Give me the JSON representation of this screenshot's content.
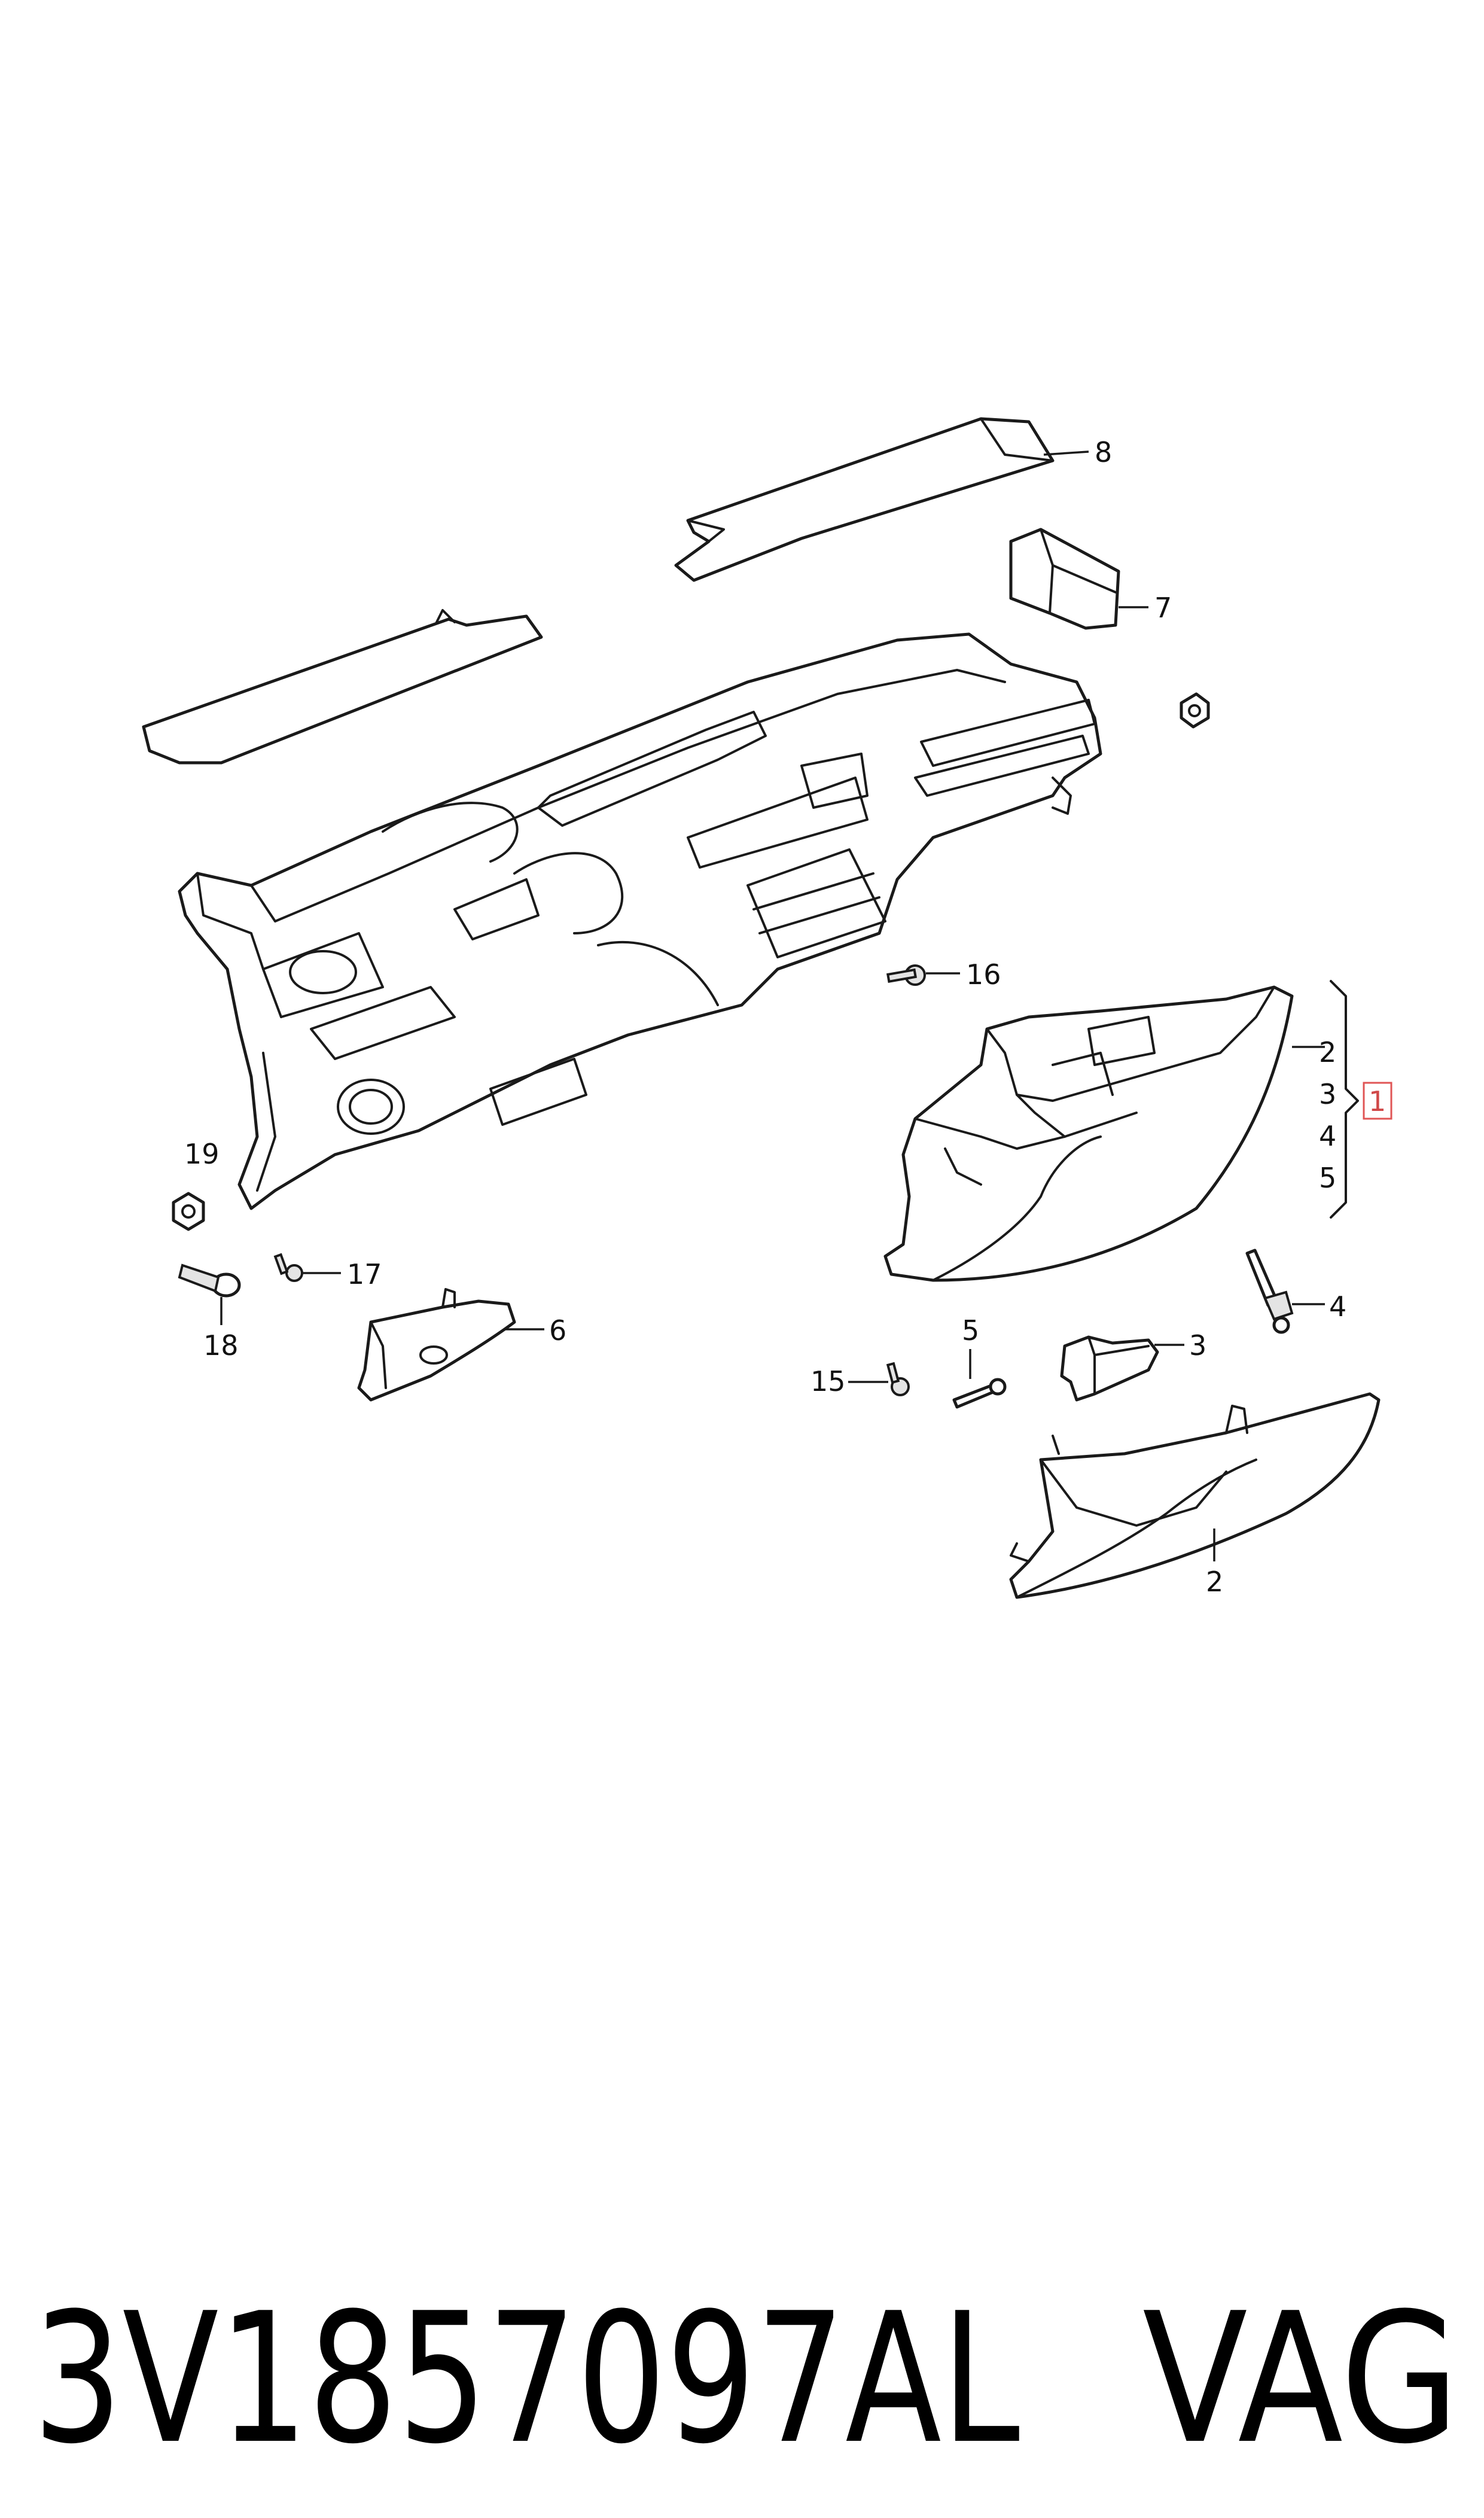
{
  "callouts": {
    "c1": "1",
    "c2_group": "2",
    "c3_group": "3",
    "c4_group": "4",
    "c5_group": "5",
    "c2": "2",
    "c3": "3",
    "c4": "4",
    "c5": "5",
    "c6": "6",
    "c7": "7",
    "c8": "8",
    "c15": "15",
    "c16": "16",
    "c17": "17",
    "c18": "18",
    "c19": "19"
  },
  "footer": {
    "part_number": "3V1857097AL",
    "brand": "VAG"
  },
  "colors": {
    "line": "#1a1a1a",
    "highlight_box": "#e05555"
  }
}
